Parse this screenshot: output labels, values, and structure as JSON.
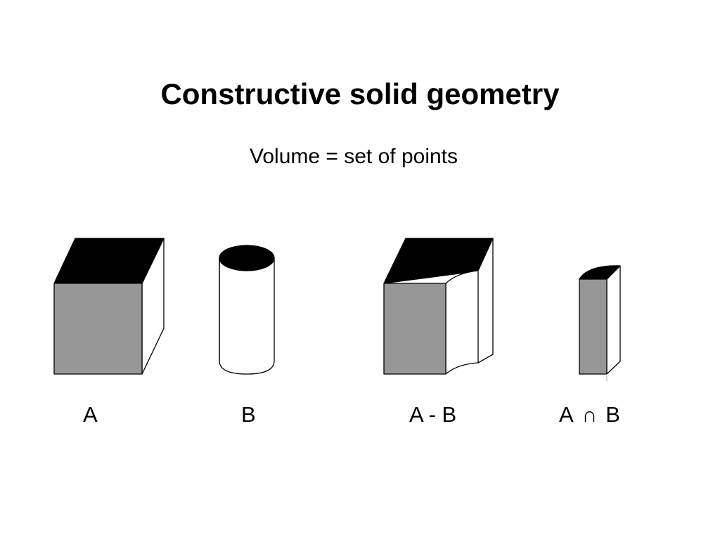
{
  "title": "Constructive solid geometry",
  "subtitle": "Volume = set of points",
  "shapes": [
    {
      "id": "a",
      "label": "A"
    },
    {
      "id": "b",
      "label": "B"
    },
    {
      "id": "a-minus-b",
      "label": "A - B"
    },
    {
      "id": "a-intersect-b",
      "label_left": "A",
      "operator": "∩",
      "label_right": "B"
    }
  ],
  "colors": {
    "background": "#ffffff",
    "front_face": "#969696",
    "top_face": "#000000",
    "side_face": "#ffffff",
    "outline": "#000000"
  }
}
